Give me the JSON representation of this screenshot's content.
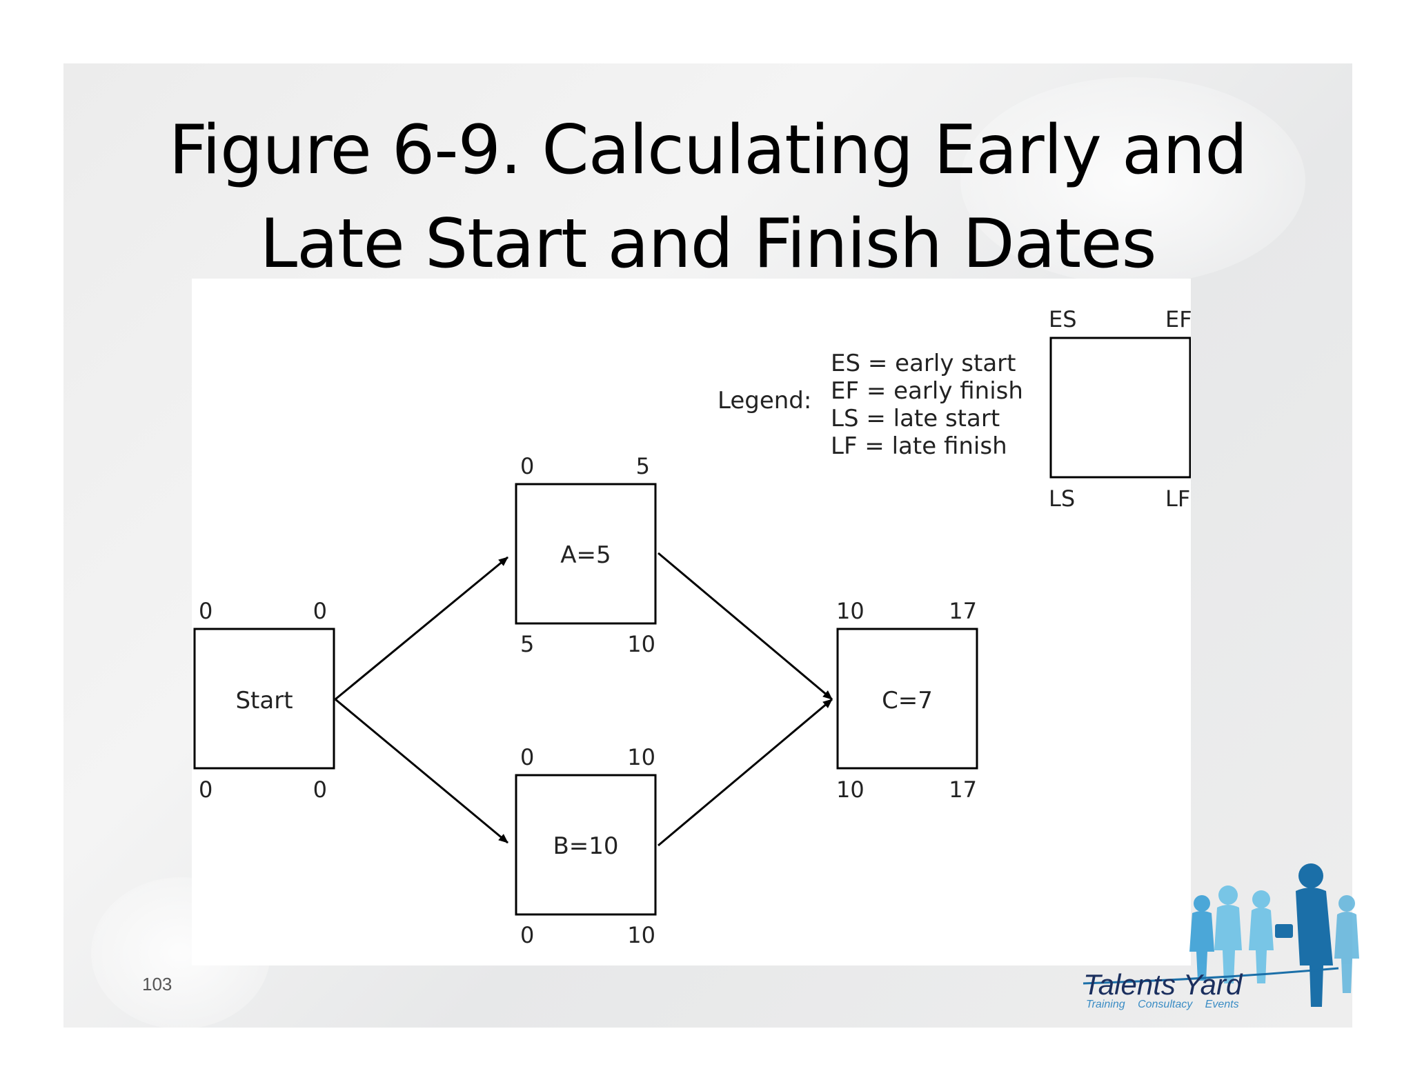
{
  "slide": {
    "title_line1": "Figure 6-9. Calculating Early and",
    "title_line2": "Late Start and Finish Dates",
    "page_number": "103"
  },
  "legend": {
    "label": "Legend:",
    "lines": [
      "ES = early start",
      "EF = early finish",
      "LS = late start",
      "LF = late finish"
    ],
    "box_labels": {
      "top_left": "ES",
      "top_right": "EF",
      "bottom_left": "LS",
      "bottom_right": "LF"
    }
  },
  "nodes": [
    {
      "id": "start",
      "label": "Start",
      "es": "0",
      "ef": "0",
      "ls": "0",
      "lf": "0"
    },
    {
      "id": "a",
      "label": "A=5",
      "es": "0",
      "ef": "5",
      "ls": "5",
      "lf": "10"
    },
    {
      "id": "b",
      "label": "B=10",
      "es": "0",
      "ef": "10",
      "ls": "0",
      "lf": "10"
    },
    {
      "id": "c",
      "label": "C=7",
      "es": "10",
      "ef": "17",
      "ls": "10",
      "lf": "17"
    }
  ],
  "edges": [
    {
      "from": "start",
      "to": "a"
    },
    {
      "from": "start",
      "to": "b"
    },
    {
      "from": "a",
      "to": "c"
    },
    {
      "from": "b",
      "to": "c"
    }
  ],
  "logo": {
    "name": "Talents Yard",
    "tagline": "Training  Consultacy  Events",
    "colors": {
      "brand_blue": "#1b6fa8",
      "light_blue": "#5fb4dc",
      "text_navy": "#1b2f5e"
    }
  }
}
